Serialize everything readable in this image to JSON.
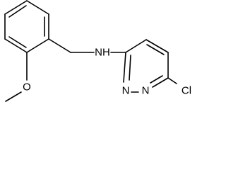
{
  "molecule": {
    "atoms": {
      "nh": "NH",
      "n_ring_1": "N",
      "n_ring_2": "N",
      "o_methoxy": "O",
      "cl": "Cl"
    }
  }
}
